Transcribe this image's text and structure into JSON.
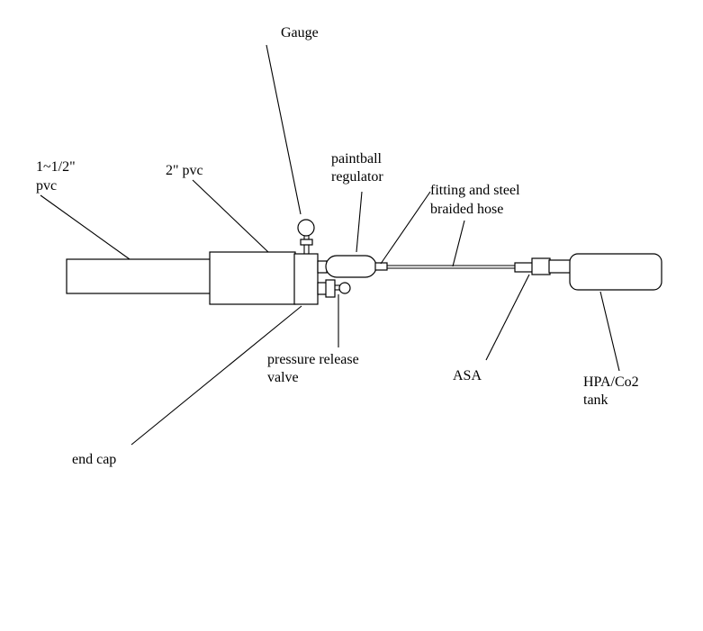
{
  "labels": {
    "gauge": "Gauge",
    "pvc_small_line1": "1~1/2\"",
    "pvc_small_line2": "pvc",
    "pvc_large": "2\" pvc",
    "regulator_line1": "paintball",
    "regulator_line2": "regulator",
    "hose_line1": "fitting and steel",
    "hose_line2": "braided hose",
    "release_line1": "pressure release",
    "release_line2": "valve",
    "asa": "ASA",
    "tank_line1": "HPA/Co2",
    "tank_line2": "tank",
    "end_cap": "end cap"
  },
  "colors": {
    "stroke": "#000000",
    "background": "#ffffff"
  }
}
